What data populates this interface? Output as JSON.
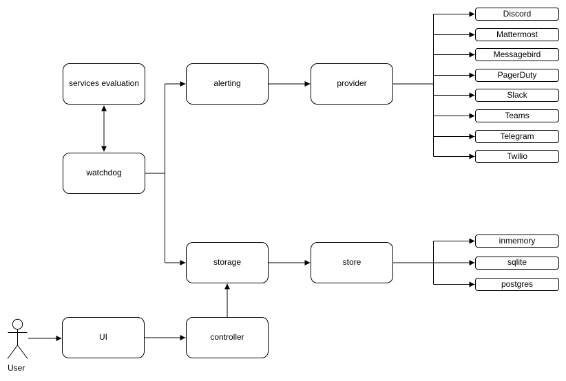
{
  "canvas": {
    "background": "#ffffff",
    "stroke_color": "#000000",
    "node_fill": "#ffffff",
    "text_color": "#000000"
  },
  "nodes": {
    "services_evaluation": "services evaluation",
    "watchdog": "watchdog",
    "alerting": "alerting",
    "provider": "provider",
    "storage": "storage",
    "store": "store",
    "ui": "UI",
    "controller": "controller"
  },
  "actor": {
    "label": "User"
  },
  "provider_targets": [
    "Discord",
    "Mattermost",
    "Messagebird",
    "PagerDuty",
    "Slack",
    "Teams",
    "Telegram",
    "Twilio"
  ],
  "store_targets": [
    "inmemory",
    "sqlite",
    "postgres"
  ]
}
